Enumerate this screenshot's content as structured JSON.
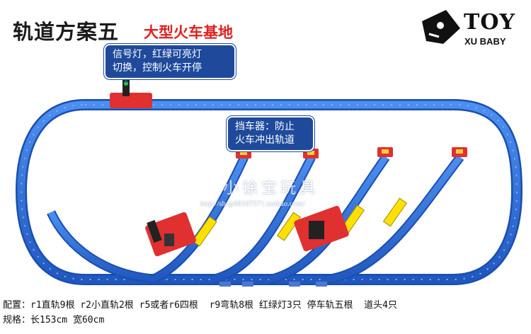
{
  "title": "轨道方案五",
  "subtitle": "大型火车基地",
  "callouts": {
    "signal_line1": "信号灯，红绿可亮灯",
    "signal_line2": "切换，控制火车开停",
    "stopper_line1": "挡车器：防止",
    "stopper_line2": "火车冲出轨道"
  },
  "logo": {
    "brand": "TOY",
    "sub": "XU BABY"
  },
  "watermark": {
    "text": "小徐宝玩具",
    "url": "http://shop68107571.taobao.com/"
  },
  "specs": {
    "line1": "配置：r1直轨9根 r2小直轨2根 r5或者r6四根  r9弯轨8根 红绿灯3只 停车轨五根  道头4只",
    "line2": "规格：长153cm 宽60cm"
  },
  "colors": {
    "track": "#2f6fd6",
    "track_edge": "#1a4fae",
    "base_red": "#e03030",
    "yellow": "#ffe000",
    "callout": "#1f4a9c"
  }
}
